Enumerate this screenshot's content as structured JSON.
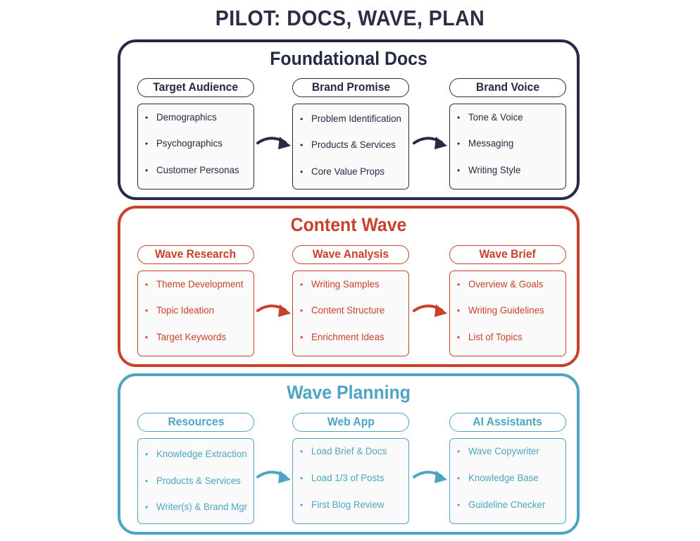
{
  "title": "PILOT: DOCS, WAVE, PLAN",
  "sections": [
    {
      "title": "Foundational Docs",
      "color": "#262b45",
      "columns": [
        {
          "label": "Target Audience",
          "items": [
            "Demographics",
            "Psychographics",
            "Customer Personas"
          ]
        },
        {
          "label": "Brand Promise",
          "items": [
            "Problem Identification",
            "Products & Services",
            "Core Value Props"
          ]
        },
        {
          "label": "Brand Voice",
          "items": [
            "Tone & Voice",
            "Messaging",
            "Writing Style"
          ]
        }
      ]
    },
    {
      "title": "Content Wave",
      "color": "#c8412b",
      "columns": [
        {
          "label": "Wave Research",
          "items": [
            "Theme Development",
            "Topic Ideation",
            "Target Keywords"
          ]
        },
        {
          "label": "Wave Analysis",
          "items": [
            "Writing Samples",
            "Content Structure",
            "Enrichment Ideas"
          ]
        },
        {
          "label": "Wave Brief",
          "items": [
            "Overview & Goals",
            "Writing Guidelines",
            "List of Topics"
          ]
        }
      ]
    },
    {
      "title": "Wave Planning",
      "color": "#4ea5c3",
      "columns": [
        {
          "label": "Resources",
          "items": [
            "Knowledge Extraction",
            "Products & Services",
            "Writer(s) & Brand Mgr"
          ]
        },
        {
          "label": "Web App",
          "items": [
            "Load Brief & Docs",
            "Load 1/3 of Posts",
            "First Blog Review"
          ]
        },
        {
          "label": "AI Assistants",
          "items": [
            "Wave Copywriter",
            "Knowledge Base",
            "Guideline Checker"
          ]
        }
      ]
    }
  ],
  "bullet": "•"
}
